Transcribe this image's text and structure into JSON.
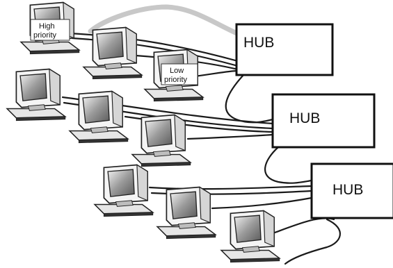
{
  "hubs": [
    {
      "label": "HUB"
    },
    {
      "label": "HUB"
    },
    {
      "label": "HUB"
    }
  ],
  "priority_tags": {
    "high": [
      "High",
      "priority"
    ],
    "low": [
      "Low",
      "priority"
    ]
  },
  "computer_icon": "computer-icon"
}
